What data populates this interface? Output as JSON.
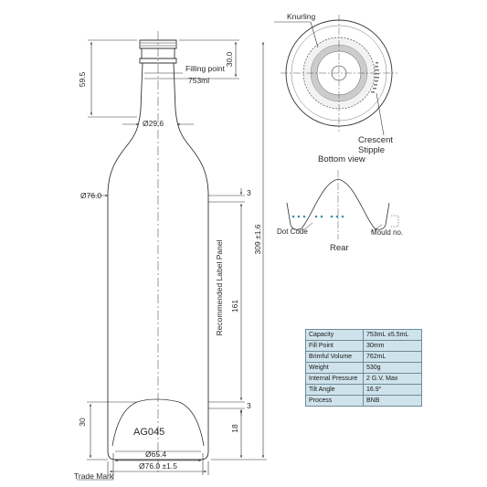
{
  "bottle": {
    "model_code": "AG045"
  },
  "dimensions": {
    "total_height": "309 ±1.6",
    "neck_height": "59.5",
    "fill_depth": "30.0",
    "filling_point_label": "Filling point",
    "filling_point_value": "753ml",
    "neck_diameter": "Ø29.6",
    "body_diameter": "Ø76.0",
    "label_panel_text": "Recommended Label Panel",
    "label_panel_height": "161",
    "label_top_gap": "3",
    "label_bottom_gap": "3",
    "heel_height": "18",
    "push_up_height": "30",
    "base_inner_diameter": "Ø65.4",
    "base_outer_diameter": "Ø76.0 ±1.5",
    "trade_mark_label": "Trade Mark"
  },
  "bottom_view": {
    "knurling_label": "Knurling",
    "crescent_label": "Crescent",
    "stipple_label": "Stipple",
    "title": "Bottom view"
  },
  "rear_view": {
    "dot_code_label": "Dot Code",
    "mould_no_label": "Mould no.",
    "title": "Rear"
  },
  "specifications": [
    {
      "label": "Capacity",
      "value": "753mL ±5.5mL"
    },
    {
      "label": "Fill Point",
      "value": "30mm"
    },
    {
      "label": "Brimful Volume",
      "value": "762mL"
    },
    {
      "label": "Weight",
      "value": "530g"
    },
    {
      "label": "Internal Pressure",
      "value": "2 G.V. Max"
    },
    {
      "label": "Tilt Angle",
      "value": "16.9°"
    },
    {
      "label": "Process",
      "value": "BNB"
    }
  ],
  "colors": {
    "line": "#333333",
    "glass_accent": "#3a8fb0",
    "table_fill": "#cfe3ec"
  }
}
